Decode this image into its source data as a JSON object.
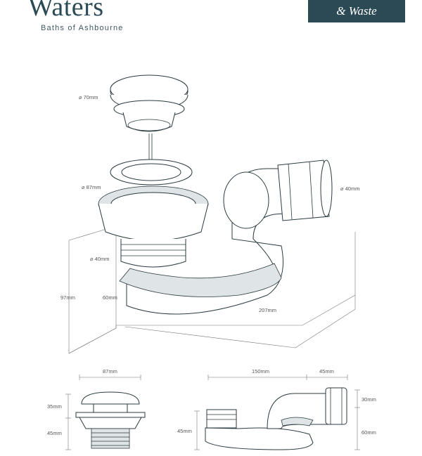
{
  "brand": {
    "name": "Waters",
    "tagline": "Baths of Ashbourne"
  },
  "header": {
    "title": "& Waste"
  },
  "iso_view": {
    "cap_diameter": "70mm",
    "flange_diameter": "87mm",
    "outlet_diameter": "40mm",
    "trap_outlet_diameter": "40mm",
    "height_total": "97mm",
    "height_trap": "60mm",
    "length_total": "207mm"
  },
  "front_view": {
    "width": "87mm",
    "cap_height": "35mm",
    "body_height": "45mm"
  },
  "side_view": {
    "length_a": "150mm",
    "length_b": "45mm",
    "height_left": "45mm",
    "height_top": "30mm",
    "height_right": "60mm"
  }
}
